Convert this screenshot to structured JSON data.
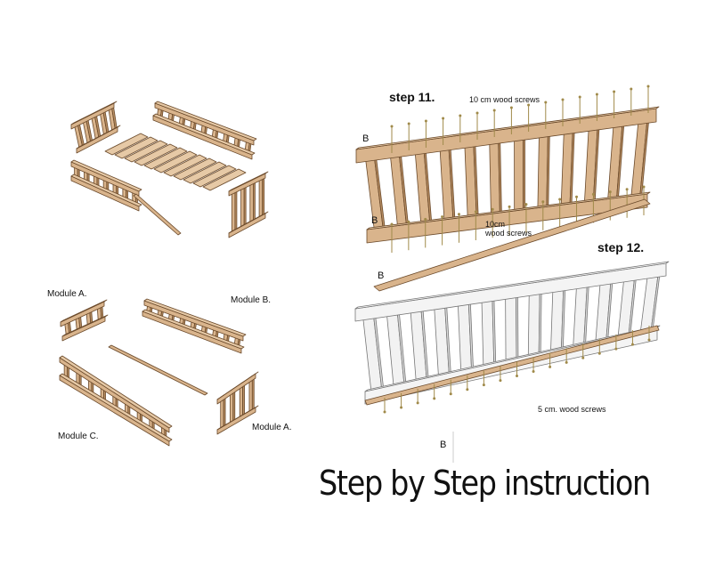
{
  "labels": {
    "step11": "step 11.",
    "step12": "step 12.",
    "screws_10cm": "10 cm wood screws",
    "screws_10cm_mid_line1": "10cm",
    "screws_10cm_mid_line2": "wood screws",
    "screws_5cm": "5 cm. wood screws",
    "b_top": "B",
    "b_lower": "B",
    "b_board": "B",
    "b_bottom": "B",
    "module_a_left": "Module A.",
    "module_b": "Module B.",
    "module_c": "Module C.",
    "module_a_right": "Module A."
  },
  "title": "Step by Step instruction",
  "colors": {
    "wood": "#d9b48c",
    "wood_light": "#e6c9a6",
    "wood_dark": "#b98f63",
    "outline": "#6b4a2b",
    "white_wood": "#f4f4f4",
    "white_outline": "#777777",
    "screw": "#a08a4a"
  }
}
